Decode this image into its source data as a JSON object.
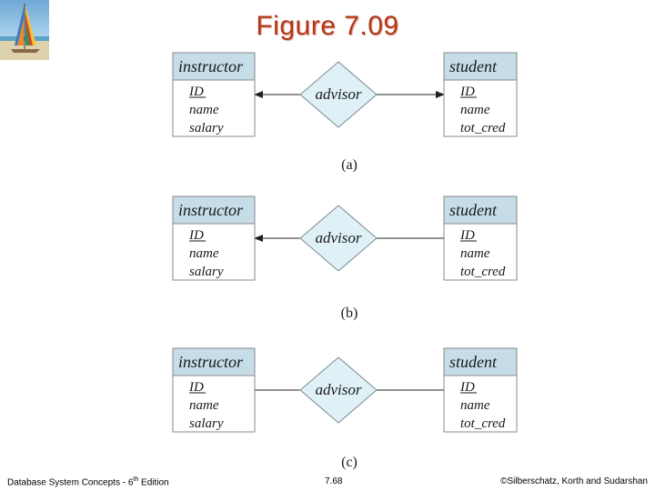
{
  "slide": {
    "title": "Figure 7.09"
  },
  "diagrams": [
    {
      "left_entity": {
        "name": "instructor",
        "attributes": [
          {
            "text": "ID",
            "key": true
          },
          {
            "text": "name",
            "key": false
          },
          {
            "text": "salary",
            "key": false
          }
        ]
      },
      "relationship": "advisor",
      "right_entity": {
        "name": "student",
        "attributes": [
          {
            "text": "ID",
            "key": true
          },
          {
            "text": "name",
            "key": false
          },
          {
            "text": "tot_cred",
            "key": false
          }
        ]
      },
      "left_arrow": true,
      "right_arrow": true,
      "caption": "(a)"
    },
    {
      "left_entity": {
        "name": "instructor",
        "attributes": [
          {
            "text": "ID",
            "key": true
          },
          {
            "text": "name",
            "key": false
          },
          {
            "text": "salary",
            "key": false
          }
        ]
      },
      "relationship": "advisor",
      "right_entity": {
        "name": "student",
        "attributes": [
          {
            "text": "ID",
            "key": true
          },
          {
            "text": "name",
            "key": false
          },
          {
            "text": "tot_cred",
            "key": false
          }
        ]
      },
      "left_arrow": true,
      "right_arrow": false,
      "caption": "(b)"
    },
    {
      "left_entity": {
        "name": "instructor",
        "attributes": [
          {
            "text": "ID",
            "key": true
          },
          {
            "text": "name",
            "key": false
          },
          {
            "text": "salary",
            "key": false
          }
        ]
      },
      "relationship": "advisor",
      "right_entity": {
        "name": "student",
        "attributes": [
          {
            "text": "ID",
            "key": true
          },
          {
            "text": "name",
            "key": false
          },
          {
            "text": "tot_cred",
            "key": false
          }
        ]
      },
      "left_arrow": false,
      "right_arrow": false,
      "caption": "(c)"
    }
  ],
  "footer": {
    "book_prefix": "Database System Concepts - 6",
    "book_sup": "th",
    "book_suffix": " Edition",
    "page": "7.68",
    "copyright": "©Silberschatz, Korth and Sudarshan"
  },
  "colors": {
    "header_fill": "#c6dde8",
    "diamond_fill": "#dff0f6",
    "title_color": "#b3371a"
  }
}
